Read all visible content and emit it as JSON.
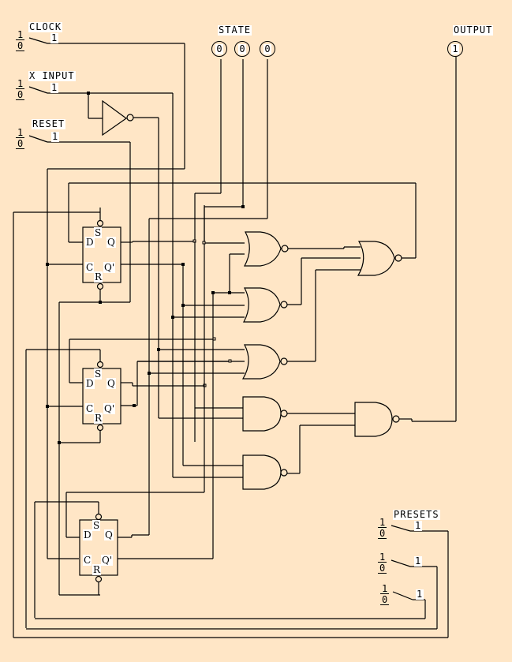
{
  "inputs": {
    "clock": {
      "label": "CLOCK",
      "value": "1",
      "switch_top": "1",
      "switch_bottom": "0"
    },
    "x_input": {
      "label": "X INPUT",
      "value": "1",
      "switch_top": "1",
      "switch_bottom": "0"
    },
    "reset": {
      "label": "RESET",
      "value": "1",
      "switch_top": "1",
      "switch_bottom": "0"
    }
  },
  "state": {
    "label": "STATE",
    "bits": [
      "0",
      "0",
      "0"
    ]
  },
  "output": {
    "label": "OUTPUT",
    "value": "1"
  },
  "presets": {
    "label": "PRESETS",
    "switches": [
      {
        "value": "1",
        "switch_top": "1",
        "switch_bottom": "0"
      },
      {
        "value": "1",
        "switch_top": "1",
        "switch_bottom": "0"
      },
      {
        "value": "1",
        "switch_top": "1",
        "switch_bottom": "0"
      }
    ]
  },
  "flipflops": [
    {
      "pins": {
        "s": "S",
        "d": "D",
        "q": "Q",
        "c": "C",
        "qbar": "Q'",
        "r": "R"
      }
    },
    {
      "pins": {
        "s": "S",
        "d": "D",
        "q": "Q",
        "c": "C",
        "qbar": "Q'",
        "r": "R"
      }
    },
    {
      "pins": {
        "s": "S",
        "d": "D",
        "q": "Q",
        "c": "C",
        "qbar": "Q'",
        "r": "R"
      }
    }
  ],
  "gates": [
    {
      "type": "NOT",
      "name": "x-inverter"
    },
    {
      "type": "NOR",
      "name": "nor-1"
    },
    {
      "type": "NOR",
      "name": "nor-2"
    },
    {
      "type": "NOR",
      "name": "nor-3"
    },
    {
      "type": "NOR",
      "name": "nor-final"
    },
    {
      "type": "NAND",
      "name": "nand-1"
    },
    {
      "type": "NAND",
      "name": "nand-2"
    },
    {
      "type": "NAND",
      "name": "nand-final"
    }
  ]
}
